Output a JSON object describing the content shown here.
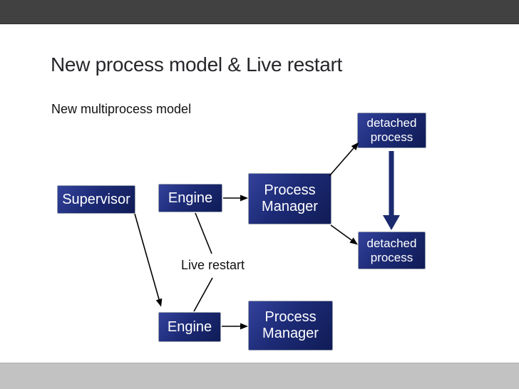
{
  "slide": {
    "title": "New process model & Live restart",
    "subtitle": "New multiprocess model",
    "annotation_live_restart": "Live restart"
  },
  "diagram": {
    "nodes": {
      "supervisor": {
        "label": "Supervisor"
      },
      "engine_top": {
        "label": "Engine"
      },
      "process_manager_top": {
        "label": "Process Manager"
      },
      "detached_process_top": {
        "label": "detached process"
      },
      "detached_process_bottom": {
        "label": "detached process"
      },
      "engine_bottom": {
        "label": "Engine"
      },
      "process_manager_bottom": {
        "label": "Process Manager"
      }
    },
    "edges": [
      {
        "from": "engine_top",
        "to": "process_manager_top",
        "style": "black-arrow"
      },
      {
        "from": "process_manager_top",
        "to": "detached_process_top",
        "style": "black-arrow"
      },
      {
        "from": "process_manager_top",
        "to": "detached_process_bottom",
        "style": "black-arrow"
      },
      {
        "from": "supervisor",
        "to": "engine_bottom",
        "style": "black-arrow"
      },
      {
        "from": "engine_bottom",
        "to": "process_manager_bottom",
        "style": "black-arrow"
      },
      {
        "from": "detached_process_top",
        "to": "detached_process_bottom",
        "style": "thick-navy-arrow"
      },
      {
        "from": "engine_top",
        "to": "live_restart_label",
        "style": "leader-line"
      },
      {
        "from": "live_restart_label",
        "to": "engine_bottom",
        "style": "leader-line"
      }
    ]
  },
  "colors": {
    "top_bar": "#414141",
    "bottom_bar": "#c2c2c2",
    "slide_background": "#ffffff",
    "box_fill_light": "#33429b",
    "box_fill_dark": "#101c56",
    "box_text": "#ffffff",
    "arrow_black": "#000000",
    "thick_arrow_navy": "#1b2a6e",
    "title_text": "#26262b",
    "body_text": "#111111"
  }
}
